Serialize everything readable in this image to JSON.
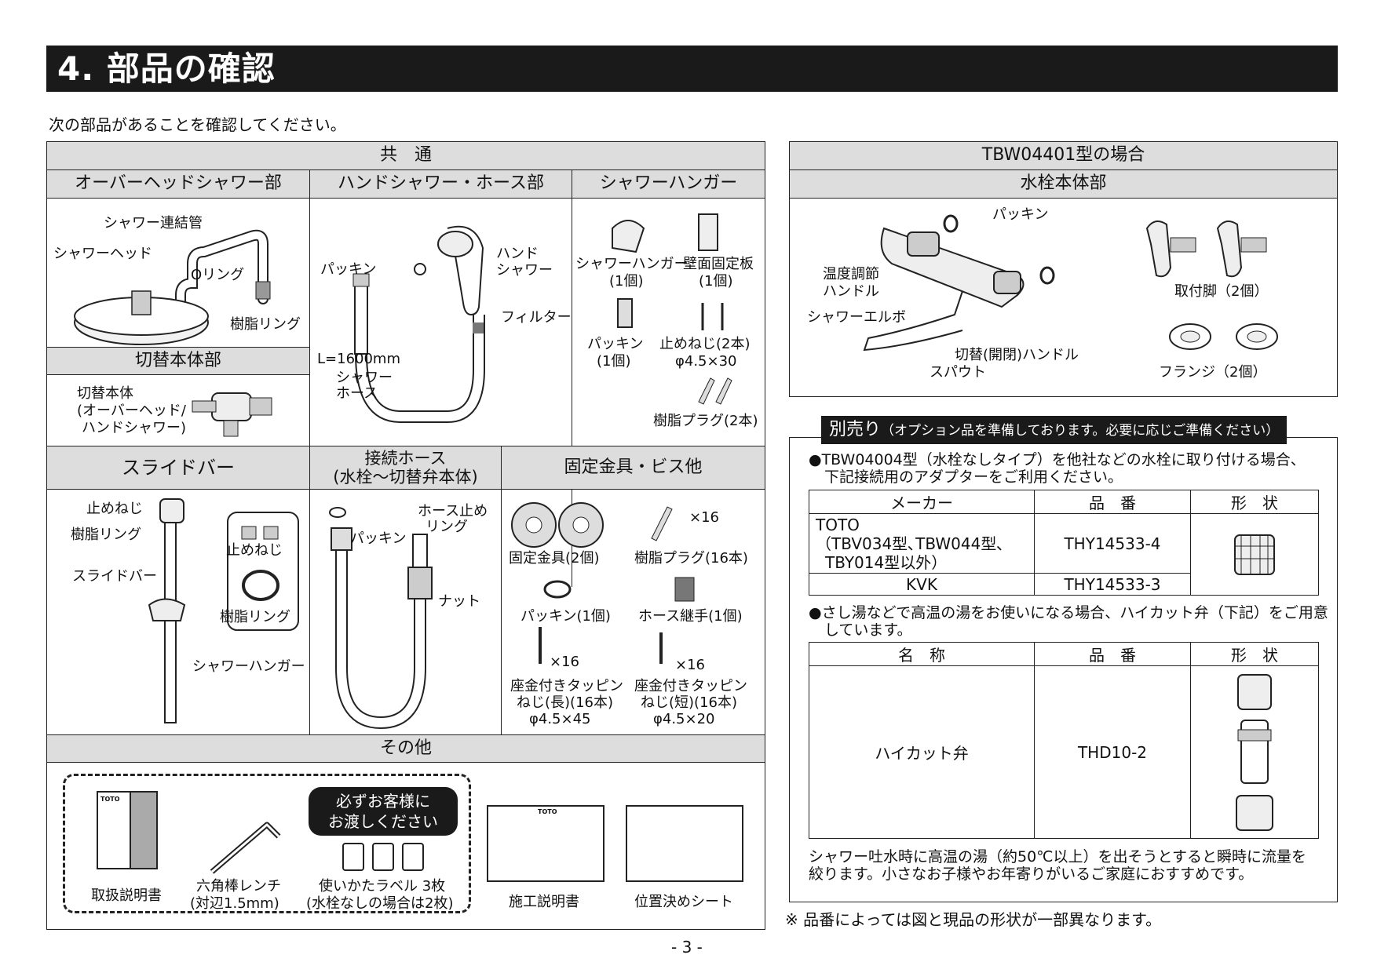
{
  "header": {
    "title": "4. 部品の確認"
  },
  "intro": "次の部品があることを確認してください。",
  "common": {
    "title": "共　通",
    "overhead": {
      "title": "オーバーヘッドシャワー部",
      "labels": [
        "シャワー連結管",
        "シャワーヘッド",
        "Oリング",
        "樹脂リング"
      ]
    },
    "switch": {
      "title": "切替本体部",
      "labels": [
        "切替本体",
        "(オーバーヘッド/",
        "ハンドシャワー)"
      ]
    },
    "hand": {
      "title": "ハンドシャワー・ホース部",
      "labels": [
        "パッキン",
        "ハンド",
        "シャワー",
        "フィルター",
        "L=1600mm",
        "シャワー",
        "ホース"
      ]
    },
    "hanger": {
      "title": "シャワーハンガー",
      "labels": [
        "シャワーハンガー",
        "(1個)",
        "壁面固定板",
        "(1個)",
        "パッキン",
        "(1個)",
        "止めねじ(2本)",
        "φ4.5×30",
        "樹脂プラグ(2本)"
      ]
    },
    "slide": {
      "title": "スライドバー",
      "labels": [
        "止めねじ",
        "樹脂リング",
        "スライドバー",
        "シャワーハンガー",
        "止めねじ",
        "樹脂リング"
      ]
    },
    "conn": {
      "title_1": "接続ホース",
      "title_2": "(水栓～切替弁本体)",
      "labels": [
        "ホース止め",
        "リング",
        "パッキン",
        "ナット"
      ]
    },
    "fix": {
      "title": "固定金具・ビス他",
      "labels": [
        "固定金具(2個)",
        "×16",
        "樹脂プラグ(16本)",
        "パッキン(1個)",
        "ホース継手(1個)",
        "×16",
        "×16",
        "座金付きタッピン",
        "ねじ(長)(16本)",
        "φ4.5×45",
        "座金付きタッピン",
        "ねじ(短)(16本)",
        "φ4.5×20"
      ]
    },
    "other": {
      "title": "その他",
      "labels": [
        "取扱説明書",
        "六角棒レンチ",
        "(対辺1.5mm)",
        "必ずお客様に",
        "お渡しください",
        "使いかたラベル 3枚",
        "(水栓なしの場合は2枚)",
        "施工説明書",
        "位置決めシート",
        "TOTO",
        "TOTO"
      ]
    }
  },
  "tbw": {
    "title": "TBW04401型の場合",
    "sub": "水栓本体部",
    "labels": [
      "パッキン",
      "温度調節",
      "ハンドル",
      "シャワーエルボ",
      "切替(開閉)ハンドル",
      "スパウト",
      "取付脚（2個）",
      "フランジ（2個）"
    ]
  },
  "optional": {
    "tag": "別売り",
    "tag_note": "（オプション品を準備しております。必要に応じご準備ください）",
    "note1": [
      "●TBW04004型（水栓なしタイプ）を他社などの水栓に取り付ける場合、",
      "下記接続用のアダプターをご利用ください。"
    ],
    "table1": {
      "headers": [
        "メーカー",
        "品　番",
        "形　状"
      ],
      "rows": [
        {
          "maker": [
            "TOTO",
            "（TBV034型､TBW044型､",
            "TBY014型以外）"
          ],
          "part": "THY14533-4"
        },
        {
          "maker": [
            "KVK"
          ],
          "part": "THY14533-3"
        }
      ]
    },
    "note2": [
      "●さし湯などで高温の湯をお使いになる場合、ハイカット弁（下記）をご用意",
      "しています。"
    ],
    "table2": {
      "headers": [
        "名　称",
        "品　番",
        "形　状"
      ],
      "name": "ハイカット弁",
      "part": "THD10-2"
    },
    "footnote": [
      "シャワー吐水時に高温の湯（約50℃以上）を出そうとすると瞬時に流量を",
      "絞ります。小さなお子様やお年寄りがいるご家庭におすすめです。"
    ]
  },
  "notice": "※ 品番によっては図と現品の形状が一部異なります。",
  "page_number": "- 3 -"
}
